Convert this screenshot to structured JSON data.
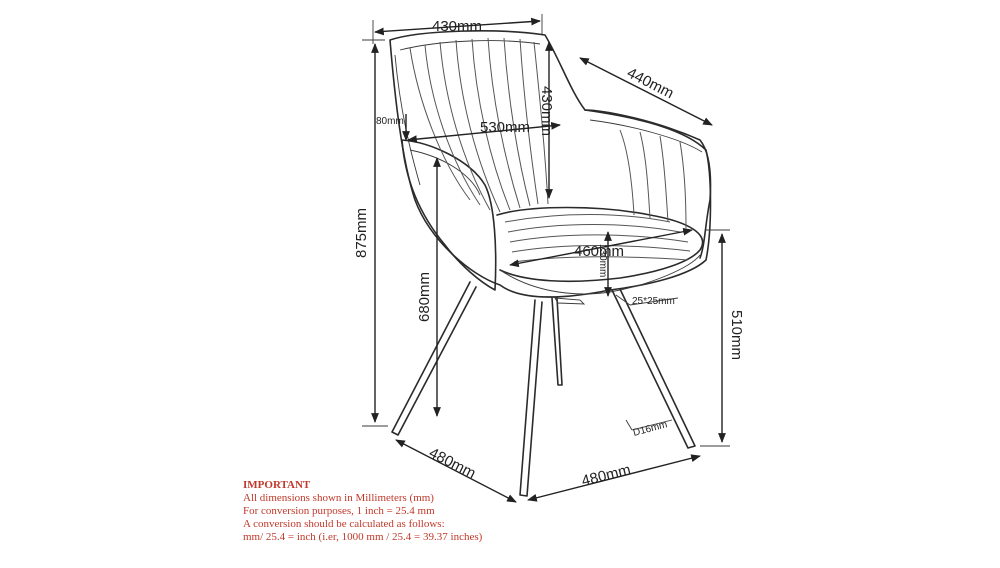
{
  "dimensions": {
    "top_width": "430mm",
    "back_height": "430mm",
    "arm_depth": "440mm",
    "arm_thickness": "80mm",
    "arm_span": "530mm",
    "overall_height": "875mm",
    "seat_width": "460mm",
    "seat_thickness": "130mm",
    "seat_to_floor": "680mm",
    "leg_section": "25*25mm",
    "leg_diameter": "D16mm",
    "front_to_floor": "510mm",
    "base_depth": "480mm",
    "base_width": "480mm"
  },
  "notes": {
    "title": "IMPORTANT",
    "lines": [
      "All dimensions shown in Millimeters (mm)",
      "For conversion purposes, 1 inch = 25.4 mm",
      "A conversion should be calculated as follows:",
      "mm/ 25.4 = inch (i.er, 1000 mm / 25.4 = 39.37 inches)"
    ]
  },
  "colors": {
    "line": "#2b2b2b",
    "note_text": "#c0392b"
  }
}
